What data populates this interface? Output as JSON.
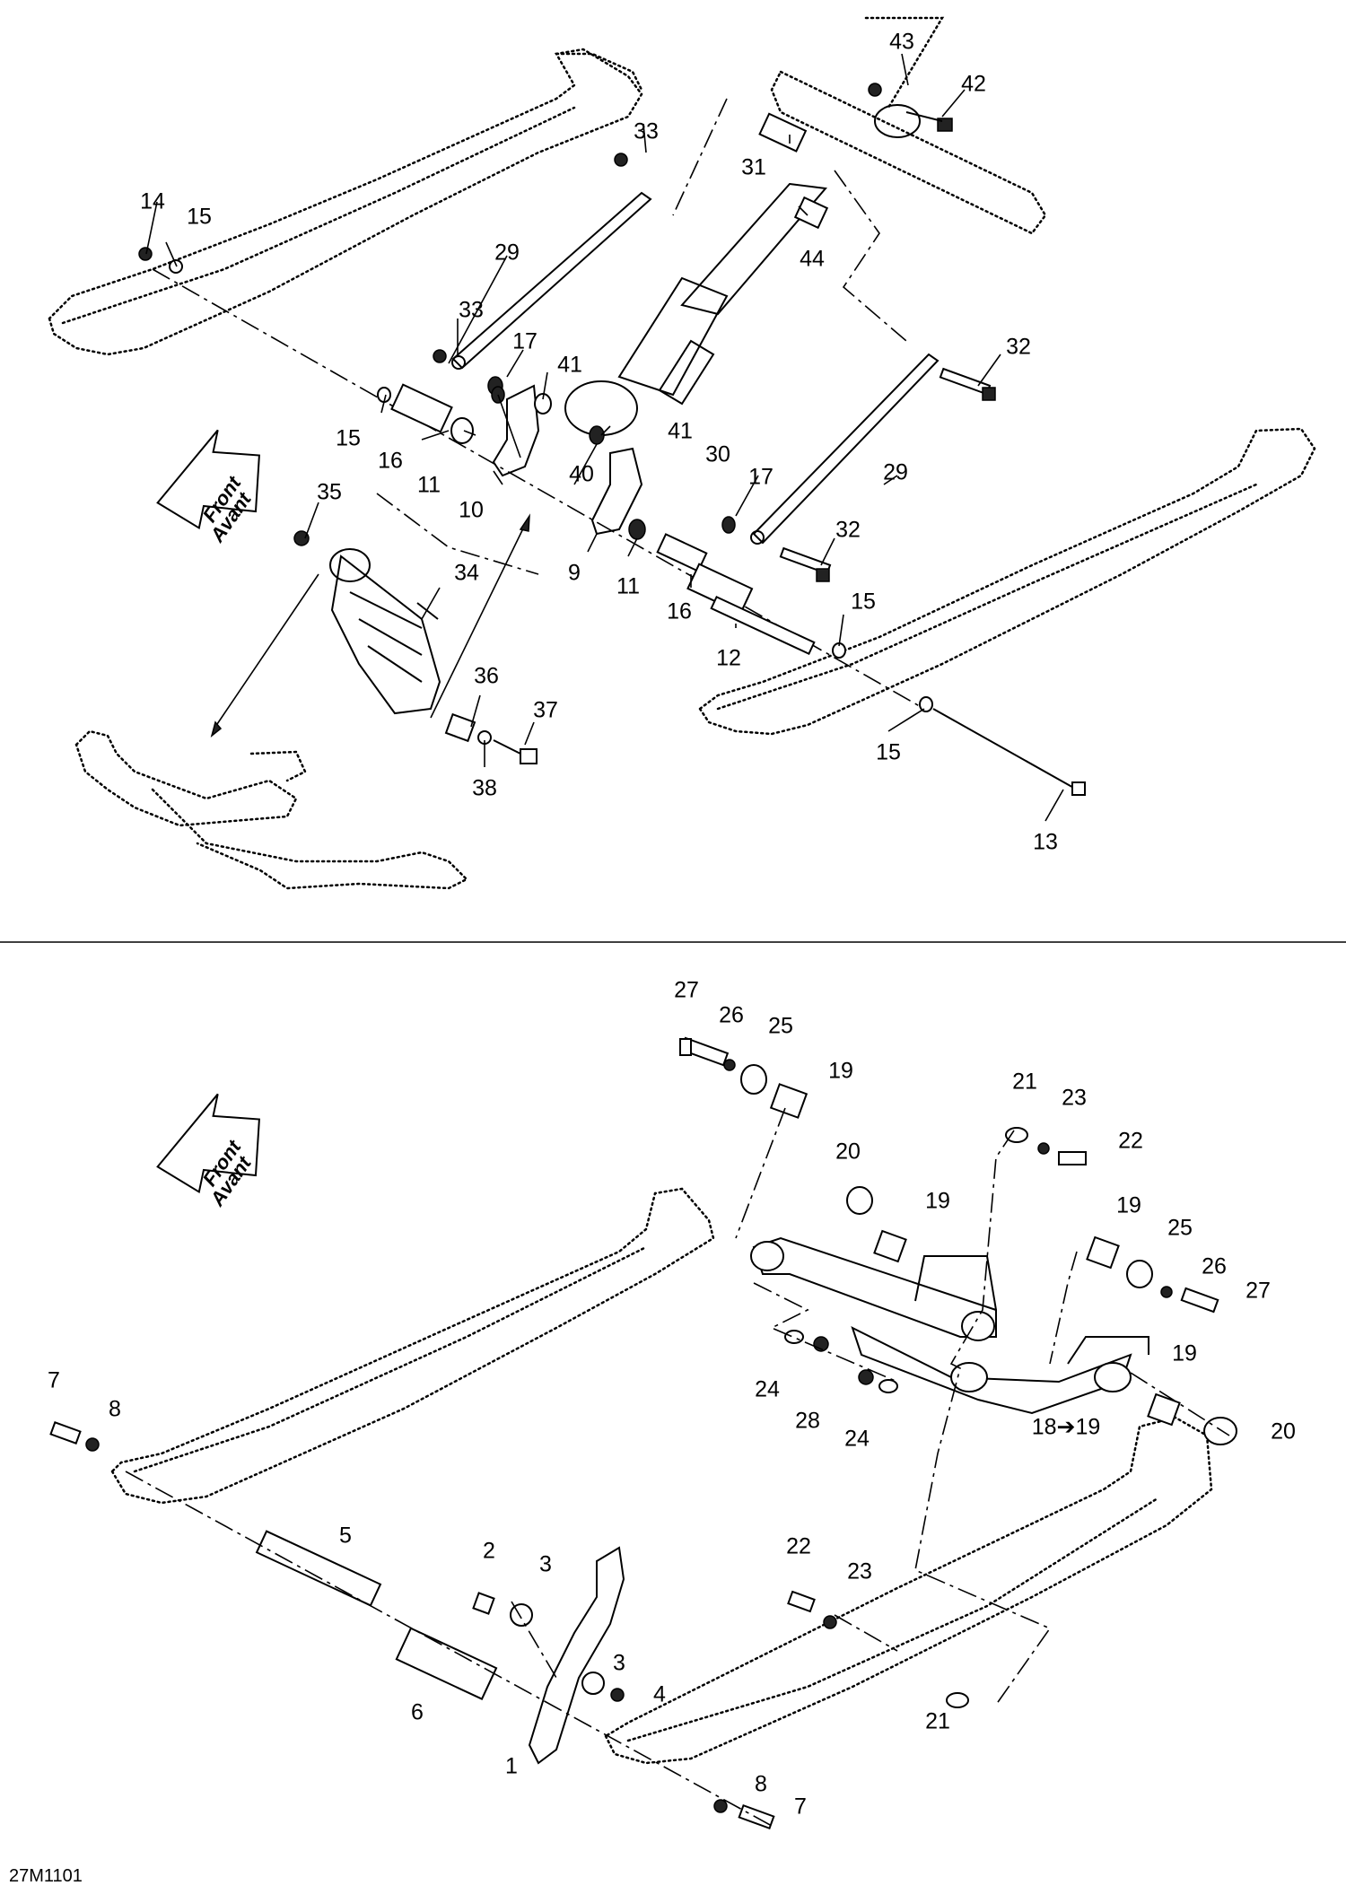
{
  "diagram_code": "27M1101",
  "direction_arrow": {
    "line1": "Front",
    "line2": "Avant"
  },
  "callouts": [
    {
      "id": "c43",
      "text": "43"
    },
    {
      "id": "c42",
      "text": "42"
    },
    {
      "id": "c33a",
      "text": "33"
    },
    {
      "id": "c31",
      "text": "31"
    },
    {
      "id": "c14",
      "text": "14"
    },
    {
      "id": "c15a",
      "text": "15"
    },
    {
      "id": "c29a",
      "text": "29"
    },
    {
      "id": "c44",
      "text": "44"
    },
    {
      "id": "c33b",
      "text": "33"
    },
    {
      "id": "c17a",
      "text": "17"
    },
    {
      "id": "c41a",
      "text": "41"
    },
    {
      "id": "c32a",
      "text": "32"
    },
    {
      "id": "c15b",
      "text": "15"
    },
    {
      "id": "c16a",
      "text": "16"
    },
    {
      "id": "c11a",
      "text": "11"
    },
    {
      "id": "c40",
      "text": "40"
    },
    {
      "id": "c41b",
      "text": "41"
    },
    {
      "id": "c30",
      "text": "30"
    },
    {
      "id": "c29b",
      "text": "29"
    },
    {
      "id": "c10",
      "text": "10"
    },
    {
      "id": "c17b",
      "text": "17"
    },
    {
      "id": "c35",
      "text": "35"
    },
    {
      "id": "c32b",
      "text": "32"
    },
    {
      "id": "c9",
      "text": "9"
    },
    {
      "id": "c11b",
      "text": "11"
    },
    {
      "id": "c16b",
      "text": "16"
    },
    {
      "id": "c34",
      "text": "34"
    },
    {
      "id": "c15c",
      "text": "15"
    },
    {
      "id": "c12",
      "text": "12"
    },
    {
      "id": "c36",
      "text": "36"
    },
    {
      "id": "c37",
      "text": "37"
    },
    {
      "id": "c15d",
      "text": "15"
    },
    {
      "id": "c38",
      "text": "38"
    },
    {
      "id": "c13",
      "text": "13"
    },
    {
      "id": "c27a",
      "text": "27"
    },
    {
      "id": "c26a",
      "text": "26"
    },
    {
      "id": "c25a",
      "text": "25"
    },
    {
      "id": "c19a",
      "text": "19"
    },
    {
      "id": "c21a",
      "text": "21"
    },
    {
      "id": "c23a",
      "text": "23"
    },
    {
      "id": "c22a",
      "text": "22"
    },
    {
      "id": "c20a",
      "text": "20"
    },
    {
      "id": "c19b",
      "text": "19"
    },
    {
      "id": "c19c",
      "text": "19"
    },
    {
      "id": "c25b",
      "text": "25"
    },
    {
      "id": "c26b",
      "text": "26"
    },
    {
      "id": "c27b",
      "text": "27"
    },
    {
      "id": "c19d",
      "text": "19"
    },
    {
      "id": "c24a",
      "text": "24"
    },
    {
      "id": "c28",
      "text": "28"
    },
    {
      "id": "c24b",
      "text": "24"
    },
    {
      "id": "c18",
      "text": "18➔19"
    },
    {
      "id": "c20b",
      "text": "20"
    },
    {
      "id": "c7a",
      "text": "7"
    },
    {
      "id": "c8a",
      "text": "8"
    },
    {
      "id": "c5",
      "text": "5"
    },
    {
      "id": "c2",
      "text": "2"
    },
    {
      "id": "c3a",
      "text": "3"
    },
    {
      "id": "c22b",
      "text": "22"
    },
    {
      "id": "c23b",
      "text": "23"
    },
    {
      "id": "c3b",
      "text": "3"
    },
    {
      "id": "c4",
      "text": "4"
    },
    {
      "id": "c6",
      "text": "6"
    },
    {
      "id": "c1",
      "text": "1"
    },
    {
      "id": "c21b",
      "text": "21"
    },
    {
      "id": "c8b",
      "text": "8"
    },
    {
      "id": "c7b",
      "text": "7"
    }
  ]
}
